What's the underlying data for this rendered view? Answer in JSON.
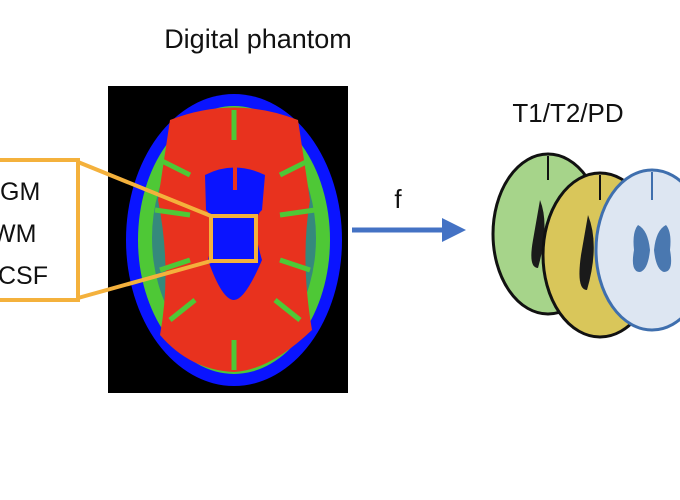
{
  "title": "Digital phantom",
  "labels": {
    "gm": "GM",
    "wm": "WM",
    "csf": "CSF"
  },
  "arrow_label": "f",
  "output_label": "T1/T2/PD",
  "colors": {
    "orange": "#f4b13c",
    "arrow": "#4472c4",
    "csf": "#0000ff",
    "gm": "#3cc83c",
    "wm": "#e8321e",
    "t1": "#a6d48a",
    "t2": "#d9c65a",
    "pd": "#dde6f2"
  }
}
